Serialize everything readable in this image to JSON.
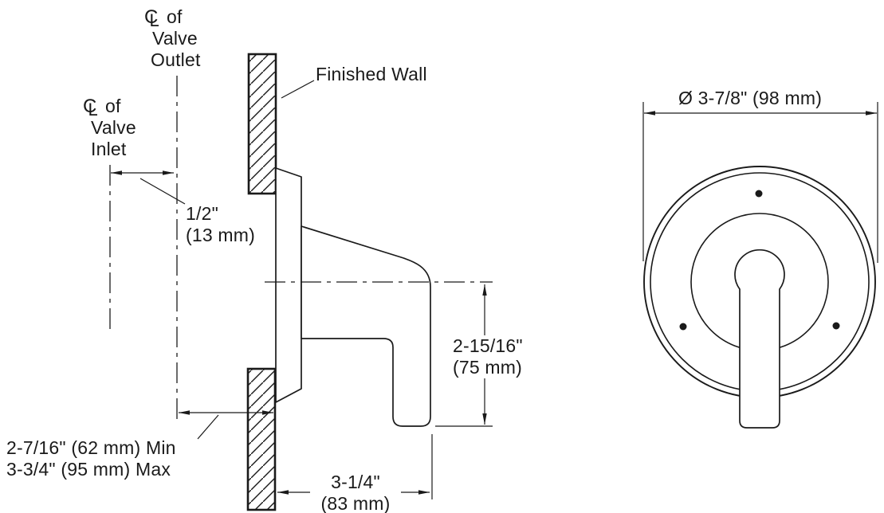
{
  "ink": "#1a1a1a",
  "symbols": {
    "cl_c": "C",
    "cl_l": "L"
  },
  "side_view": {
    "valve_outlet_label": {
      "of": "of",
      "line2": "Valve",
      "line3": "Outlet"
    },
    "valve_inlet_label": {
      "of": "of",
      "line2": "Valve",
      "line3": "Inlet"
    },
    "finished_wall_label": "Finished Wall",
    "dim_centerline_offset": {
      "inches": "1/2\"",
      "metric": "(13 mm)"
    },
    "dim_valve_depth": {
      "min": "2-7/16\" (62 mm) Min",
      "max": "3-3/4\" (95 mm) Max"
    },
    "dim_handle_drop": {
      "inches": "2-15/16\"",
      "metric": "(75 mm)"
    },
    "dim_handle_projection": {
      "inches": "3-1/4\"",
      "metric": "(83 mm)"
    }
  },
  "front_view": {
    "dim_escutcheon_diameter": "Ø 3-7/8\" (98 mm)"
  }
}
